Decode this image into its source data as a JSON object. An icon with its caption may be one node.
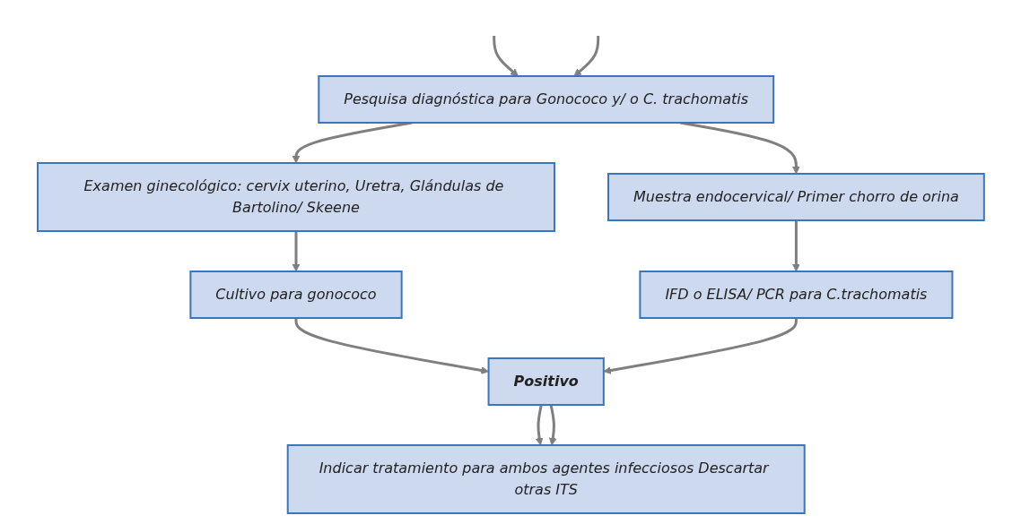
{
  "diagram": {
    "nodes": [
      {
        "text": [
          "Pesquisa diagnóstica para Gonococo y/ o C. trachomatis"
        ]
      },
      {
        "text": [
          "Examen ginecológico: cervix uterino, Uretra, Glándulas de Bartolino/ Skeene"
        ]
      },
      {
        "text": [
          "Muestra endocervical/ Primer chorro de orina"
        ]
      },
      {
        "text": [
          "Cultivo para gonococo"
        ]
      },
      {
        "text": [
          "IFD o ELISA/ PCR para C.trachomatis"
        ]
      },
      {
        "text": [
          "Positivo"
        ]
      },
      {
        "text": [
          "Indicar tratamiento para ambos agentes infecciosos Descartar otras ITS"
        ]
      }
    ],
    "edges": [
      {
        "from": null,
        "to": 0,
        "arrow": "to"
      },
      {
        "from": null,
        "to": 0,
        "arrow": "to"
      },
      {
        "from": 0,
        "to": 1,
        "arrow": "to"
      },
      {
        "from": 0,
        "to": 2,
        "arrow": "to"
      },
      {
        "from": 1,
        "to": 3,
        "arrow": "to"
      },
      {
        "from": 2,
        "to": 4,
        "arrow": "to"
      },
      {
        "from": 3,
        "to": 5,
        "arrow": "to"
      },
      {
        "from": 4,
        "to": 5,
        "arrow": "to"
      },
      {
        "from": 5,
        "to": 6,
        "arrow": "to"
      },
      {
        "from": 5,
        "to": 6,
        "arrow": "to"
      }
    ]
  }
}
